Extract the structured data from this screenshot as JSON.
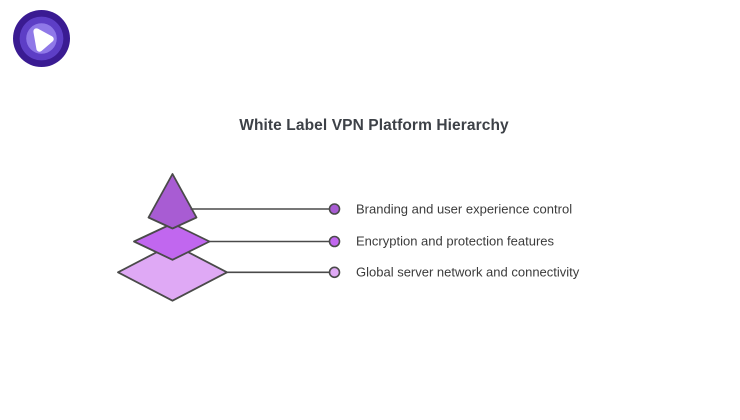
{
  "title": "White Label VPN Platform Hierarchy",
  "logo": {
    "icon": "vpn-shield-brand-logo",
    "outer_color": "#3a1b92",
    "ring_color": "#5d3ec6",
    "inner_ring_color": "#8f78e8",
    "core_color": "#ffffff"
  },
  "diagram": {
    "type": "pyramid",
    "stroke_color": "#4a4a4a",
    "label_color": "#3b3b3b",
    "levels": [
      {
        "rank": 1,
        "label": "Branding and user experience control",
        "fill": "#a85cd3"
      },
      {
        "rank": 2,
        "label": "Encryption and protection features",
        "fill": "#c167ef"
      },
      {
        "rank": 3,
        "label": "Global server network and connectivity",
        "fill": "#dfa9f5"
      }
    ]
  }
}
